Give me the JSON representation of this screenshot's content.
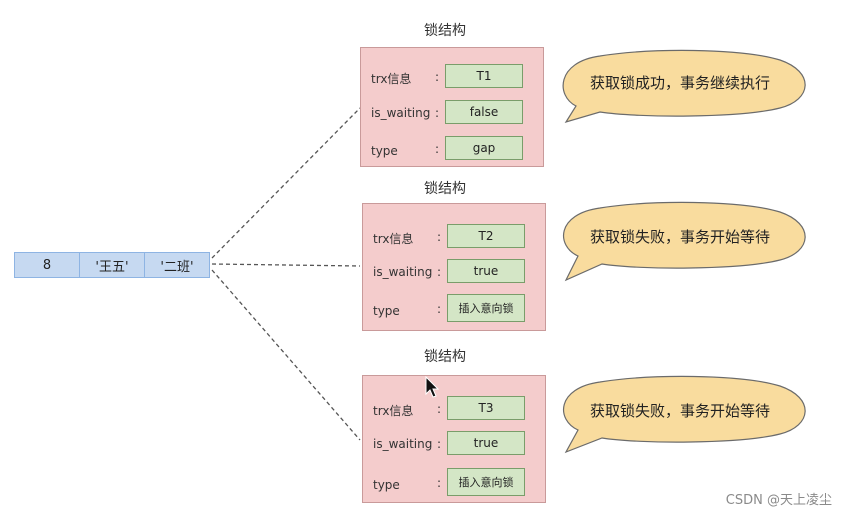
{
  "record": {
    "cells": [
      "8",
      "'王五'",
      "'二班'"
    ]
  },
  "locks": [
    {
      "title": "锁结构",
      "trx_label": "trx信息",
      "trx_value": "T1",
      "waiting_label": "is_waiting",
      "waiting_value": "false",
      "type_label": "type",
      "type_value": "gap",
      "colon": ":",
      "bubble": "获取锁成功，事务继续执行"
    },
    {
      "title": "锁结构",
      "trx_label": "trx信息",
      "trx_value": "T2",
      "waiting_label": "is_waiting",
      "waiting_value": "true",
      "type_label": "type",
      "type_value": "插入意向锁",
      "colon": ":",
      "bubble": "获取锁失败，事务开始等待"
    },
    {
      "title": "锁结构",
      "trx_label": "trx信息",
      "trx_value": "T3",
      "waiting_label": "is_waiting",
      "waiting_value": "true",
      "type_label": "type",
      "type_value": "插入意向锁",
      "colon": ":",
      "bubble": "获取锁失败，事务开始等待"
    }
  ],
  "watermark": "CSDN @天上凌尘",
  "colors": {
    "record_bg": "#c6d9f1",
    "lock_bg": "#f4cccc",
    "value_bg": "#d4e6c6",
    "bubble_bg": "#f9dc9e"
  },
  "icons": [
    "mouse-pointer-icon"
  ]
}
